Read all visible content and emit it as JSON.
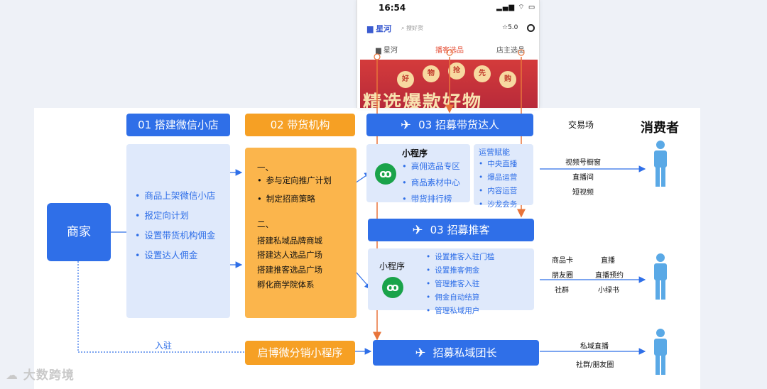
{
  "phone": {
    "time": "16:54",
    "status": "▂▄▆ ⌔ ▭",
    "logo": "星河",
    "search_placeholder": "搜好货",
    "rating": "☆5.0",
    "tabs": [
      "星河",
      "播客选品",
      "店主选品"
    ],
    "banner_bubbles": [
      "好",
      "物",
      "抢",
      "先",
      "购"
    ],
    "banner_headline": "精选爆款好物"
  },
  "headers": {
    "step1": "01 搭建微信小店",
    "step2": "02 带货机构",
    "step3": "03 招募带货达人",
    "step3b": "03 招募推客",
    "private": "招募私域团长",
    "distribution": "启博微分销小程序"
  },
  "merchant": "商家",
  "step1_items": [
    "商品上架微信小店",
    "报定向计划",
    "设置带货机构佣金",
    "设置达人佣金"
  ],
  "step2": {
    "part1_title": "一、",
    "part1_items": [
      "参与定向推广计划",
      "制定招商策略"
    ],
    "part2_title": "二、",
    "part2_lines": [
      "搭建私域品牌商城",
      "搭建达人选品广场",
      "搭建推客选品广场",
      "孵化商学院体系"
    ]
  },
  "talent": {
    "mp_title": "小程序",
    "mp_items": [
      "高佣选品专区",
      "商品素材中心",
      "带货排行榜"
    ],
    "ops_title": "运营赋能",
    "ops_items": [
      "中央直播",
      "爆品运营",
      "内容运营",
      "沙龙会务"
    ]
  },
  "promoter": {
    "mp_title": "小程序",
    "items": [
      "设置推客入驻门槛",
      "设置推客佣金",
      "管理推客入驻",
      "佣金自动结算",
      "管理私域用户"
    ]
  },
  "trade_label": "交易场",
  "consumer_label": "消费者",
  "channels1": [
    "视频号橱窗",
    "直播间",
    "短视频"
  ],
  "channels2": {
    "col1": [
      "商品卡",
      "朋友圈",
      "社群"
    ],
    "col2": [
      "直播",
      "直播预约",
      "小绿书"
    ]
  },
  "channels3": [
    "私域直播",
    "社群/朋友圈"
  ],
  "enter_label": "入驻",
  "watermark": "大数跨境",
  "colors": {
    "blue": "#2f6fe8",
    "orange": "#f6a024",
    "light_blue_panel": "#dfe9fb",
    "orange_line": "#e8743a",
    "person": "#5aa9e6"
  },
  "icons": [
    "airplane-icon",
    "mini-program-icon",
    "person-icon",
    "cloud-logo-icon"
  ]
}
